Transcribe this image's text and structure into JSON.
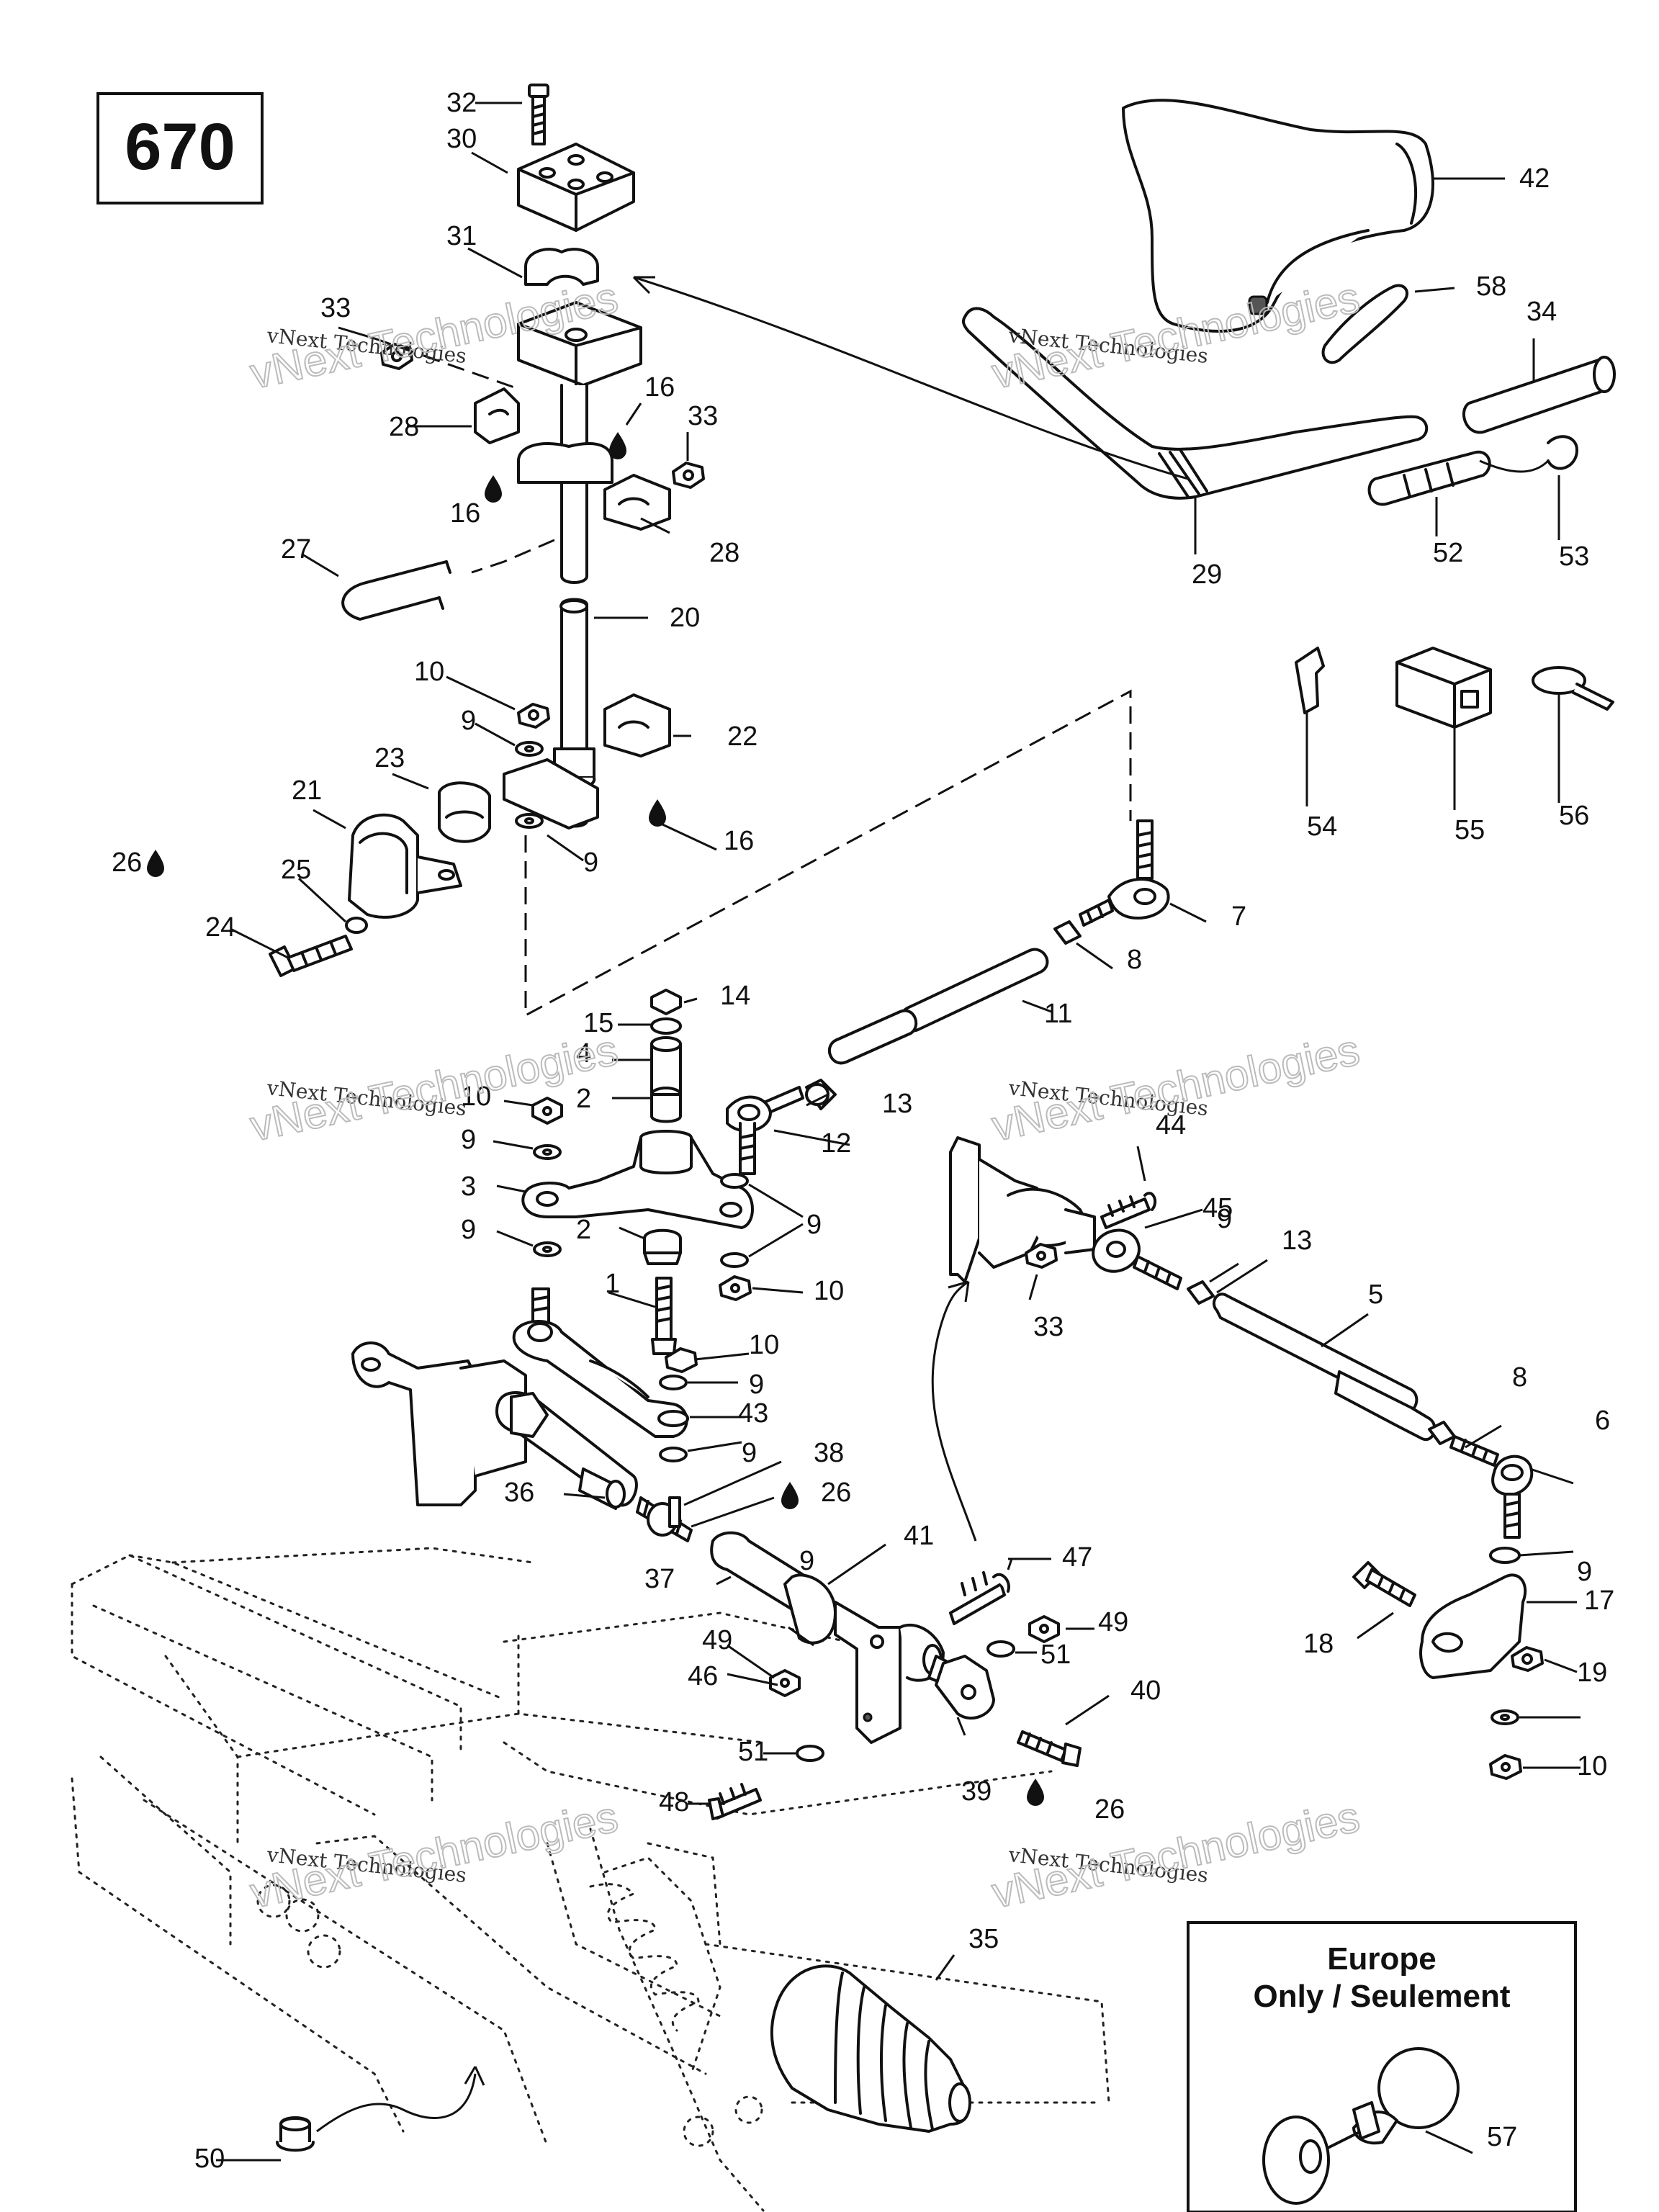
{
  "diagram_number": "670",
  "watermark": {
    "line1": "vNext Technologies",
    "line2": "vNext Technologies"
  },
  "europe_box": {
    "line1": "Europe",
    "line2": "Only / Seulement"
  },
  "callouts": [
    {
      "n": "1"
    },
    {
      "n": "2"
    },
    {
      "n": "2"
    },
    {
      "n": "3"
    },
    {
      "n": "4"
    },
    {
      "n": "5"
    },
    {
      "n": "6"
    },
    {
      "n": "7"
    },
    {
      "n": "8"
    },
    {
      "n": "8"
    },
    {
      "n": "9"
    },
    {
      "n": "9"
    },
    {
      "n": "9"
    },
    {
      "n": "9"
    },
    {
      "n": "9"
    },
    {
      "n": "9"
    },
    {
      "n": "9"
    },
    {
      "n": "9"
    },
    {
      "n": "9"
    },
    {
      "n": "9"
    },
    {
      "n": "10"
    },
    {
      "n": "10"
    },
    {
      "n": "10"
    },
    {
      "n": "10"
    },
    {
      "n": "10"
    },
    {
      "n": "11"
    },
    {
      "n": "12"
    },
    {
      "n": "13"
    },
    {
      "n": "13"
    },
    {
      "n": "14"
    },
    {
      "n": "15"
    },
    {
      "n": "16"
    },
    {
      "n": "16"
    },
    {
      "n": "16"
    },
    {
      "n": "17"
    },
    {
      "n": "18"
    },
    {
      "n": "19"
    },
    {
      "n": "20"
    },
    {
      "n": "21"
    },
    {
      "n": "22"
    },
    {
      "n": "23"
    },
    {
      "n": "24"
    },
    {
      "n": "25"
    },
    {
      "n": "26"
    },
    {
      "n": "26"
    },
    {
      "n": "26"
    },
    {
      "n": "27"
    },
    {
      "n": "28"
    },
    {
      "n": "28"
    },
    {
      "n": "29"
    },
    {
      "n": "30"
    },
    {
      "n": "31"
    },
    {
      "n": "32"
    },
    {
      "n": "33"
    },
    {
      "n": "33"
    },
    {
      "n": "33"
    },
    {
      "n": "34"
    },
    {
      "n": "35"
    },
    {
      "n": "36"
    },
    {
      "n": "37"
    },
    {
      "n": "38"
    },
    {
      "n": "39"
    },
    {
      "n": "40"
    },
    {
      "n": "41"
    },
    {
      "n": "42"
    },
    {
      "n": "43"
    },
    {
      "n": "44"
    },
    {
      "n": "45"
    },
    {
      "n": "46"
    },
    {
      "n": "47"
    },
    {
      "n": "48"
    },
    {
      "n": "49"
    },
    {
      "n": "49"
    },
    {
      "n": "50"
    },
    {
      "n": "51"
    },
    {
      "n": "51"
    },
    {
      "n": "52"
    },
    {
      "n": "53"
    },
    {
      "n": "54"
    },
    {
      "n": "55"
    },
    {
      "n": "56"
    },
    {
      "n": "57"
    },
    {
      "n": "58"
    }
  ]
}
